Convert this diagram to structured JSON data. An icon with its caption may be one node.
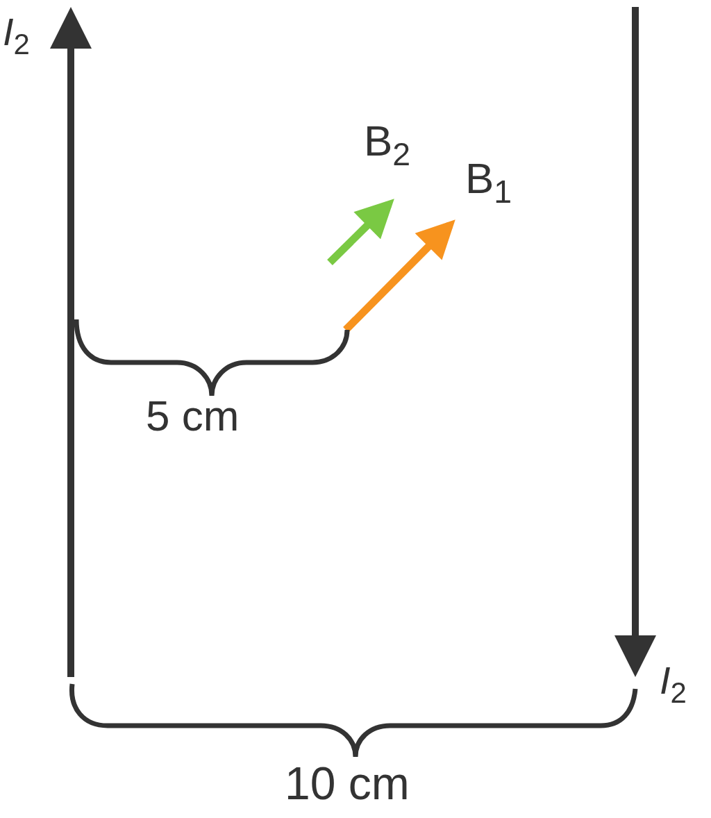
{
  "diagram": {
    "labels": [
      "*I*$_{2}$",
      "B$_{2}$",
      "B$_{1}$",
      "5 cm",
      "*I*$_{2}$",
      "10 cm"
    ]
  }
}
